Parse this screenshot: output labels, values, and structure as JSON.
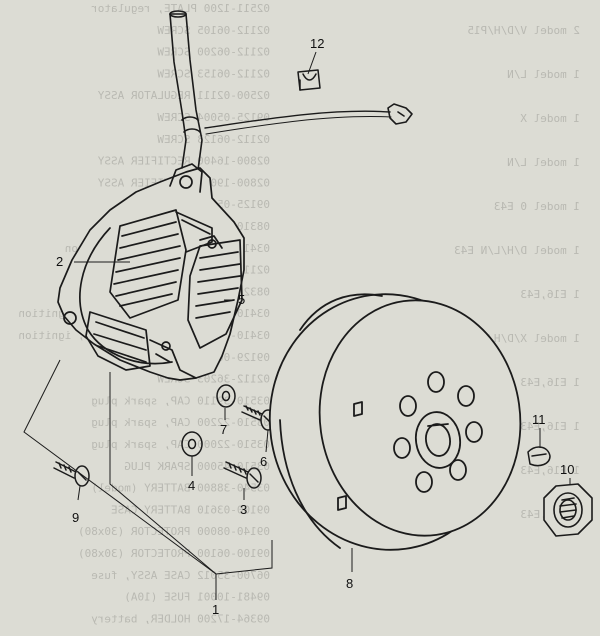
{
  "diagram": {
    "callouts": [
      {
        "id": "1",
        "label": "1"
      },
      {
        "id": "2",
        "label": "2"
      },
      {
        "id": "3",
        "label": "3"
      },
      {
        "id": "4",
        "label": "4"
      },
      {
        "id": "5",
        "label": "5"
      },
      {
        "id": "6",
        "label": "6"
      },
      {
        "id": "7",
        "label": "7"
      },
      {
        "id": "8",
        "label": "8"
      },
      {
        "id": "9",
        "label": "9"
      },
      {
        "id": "10",
        "label": "10"
      },
      {
        "id": "11",
        "label": "11"
      },
      {
        "id": "12",
        "label": "12"
      }
    ]
  },
  "bleed_through": {
    "lines": [
      "02511-1200   PLATE, regulator",
      "02112-06105  SCREW",
      "02112-06200  SCREW",
      "02112-06153  SCREW",
      "02500-02111  REGULATOR ASSY",
      "09125-05004  SCREW",
      "02112-06123  SCREW",
      "02800-16400  RECTIFIER ASSY",
      "02800-19063  RECTIFIER ASSY",
      "09125-05043  SCREW",
      "08310-11057  NUT",
      "03410-43200  COIL ASSY, ignition",
      "02112-06208  SCREW",
      "08321-21067  LOCK WASHER",
      "03410-17720  UNIT & COIL ASSY, ignition",
      "03410-17310  UNIT & COIL ASSY, ignition",
      "09129-06003  SCREW",
      "02112-36203  SCREW",
      "03510-39110  CAP, spark plug",
      "03510-22200  CAP, spark plug",
      "03510-22000  CAP, spark plug",
      "03510-45000  SPARK PLUG",
      "03540-38800  BATTERY (model)",
      "09100-03610  BATTERY CASE",
      "09140-08000  PROTECTOR (30x80)",
      "09100-06100  PROTECTOR (30x80)",
      "06700-35012  CASE ASSY, fuse",
      "09481-10001  FUSE (10A)",
      "09364-17200  HOLDER, battery"
    ],
    "right_notes": [
      "2  model V/D/H/P15",
      "1  model L/N",
      "1  model X",
      "1  model L/N",
      "1  model 0 E43",
      "1  model D/H/L/N E43",
      "1  E16,E43",
      "1  model X/D/H/L/N",
      "1  E16,E43",
      "1  E16,E43",
      "1  E16,E43",
      "1  E16,E43"
    ]
  }
}
